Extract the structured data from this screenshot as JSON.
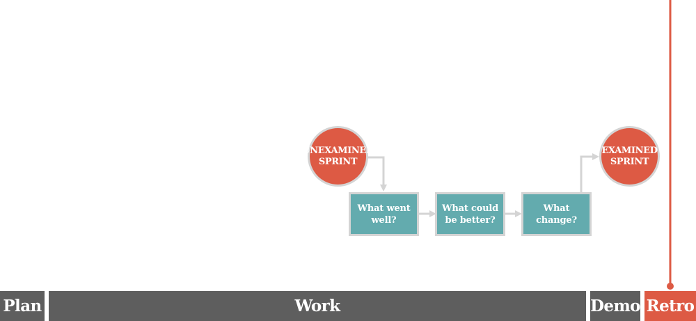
{
  "colors": {
    "circle": "#dd5a44",
    "box": "#63abae",
    "phase": "#5e5e5e",
    "phase_active": "#dd5a44",
    "arrow": "#d4d4d4"
  },
  "flow": {
    "start": "UNEXAMINED SPRINT",
    "steps": [
      "What went well?",
      "What could be better?",
      "What change?"
    ],
    "end": "EXAMINED SPRINT"
  },
  "timeline": {
    "phases": [
      {
        "label": "Plan",
        "active": false
      },
      {
        "label": "Work",
        "active": false
      },
      {
        "label": "Demo",
        "active": false
      },
      {
        "label": "Retro",
        "active": true
      }
    ]
  }
}
